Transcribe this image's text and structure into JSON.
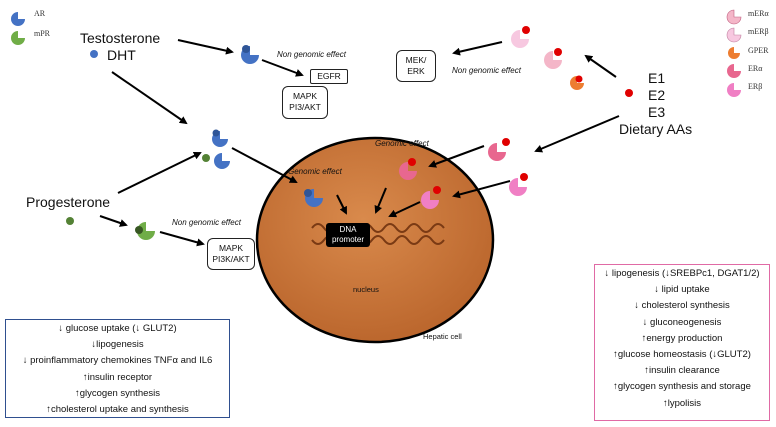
{
  "legend_left": [
    {
      "label": "AR",
      "icon": "ar-receptor-icon",
      "color": "#4472c4"
    },
    {
      "label": "mPR",
      "icon": "mpr-receptor-icon",
      "color": "#70ad47"
    }
  ],
  "legend_right": [
    {
      "label": "mERα",
      "icon": "merα-receptor-icon",
      "color": "#f4b6c8"
    },
    {
      "label": "mERβ",
      "icon": "merβ-receptor-icon",
      "color": "#f7c8e0"
    },
    {
      "label": "GPER",
      "icon": "gper-receptor-icon",
      "color": "#ed7d31"
    },
    {
      "label": "ERα",
      "icon": "erα-receptor-icon",
      "color": "#e8678f"
    },
    {
      "label": "ERβ",
      "icon": "erβ-receptor-icon",
      "color": "#f07fc4"
    }
  ],
  "hormones": {
    "testosterone": "Testosterone",
    "dht": "DHT",
    "progesterone": "Progesterone",
    "e1": "E1",
    "e2": "E2",
    "e3": "E3",
    "dietary": "Dietary AAs"
  },
  "effects_labels": {
    "non_genomic_top_left": "Non genomic effect",
    "non_genomic_top_right": "Non genomic effect",
    "non_genomic_bottom_left": "Non genomic effect",
    "genomic_left": "Genomic effect",
    "genomic_right": "Genomic effect"
  },
  "boxes": {
    "egfr": "EGFR",
    "mapk_top_line1": "MAPK",
    "mapk_top_line2": "PI3/AKT",
    "mek_line1": "MEK/",
    "mek_line2": "ERK",
    "mapk_bottom_line1": "MAPK",
    "mapk_bottom_line2": "PI3K/AKT",
    "dna_line1": "DNA",
    "dna_line2": "promoter"
  },
  "nucleus_label": "nucleus",
  "cell_label": "Hepatic cell",
  "colors": {
    "nucleus_fill": "#c8743a",
    "left_box_border": "#2f4f8f",
    "right_box_border": "#e06aa5"
  },
  "left_effects": [
    "↓ glucose uptake (↓ GLUT2)",
    "↓lipogenesis",
    "↓ proinflammatory chemokines TNFα and IL6",
    "↑insulin receptor",
    "↑glycogen synthesis",
    "↑cholesterol uptake and synthesis"
  ],
  "right_effects": [
    "↓ lipogenesis (↓SREBPc1, DGAT1/2)",
    "↓ lipid uptake",
    "↓ cholesterol synthesis",
    "↓ gluconeogenesis",
    "↑energy production",
    "↑glucose homeostasis (↓GLUT2)",
    "↑insulin clearance",
    "↑glycogen synthesis and storage",
    "↑lypolisis"
  ]
}
